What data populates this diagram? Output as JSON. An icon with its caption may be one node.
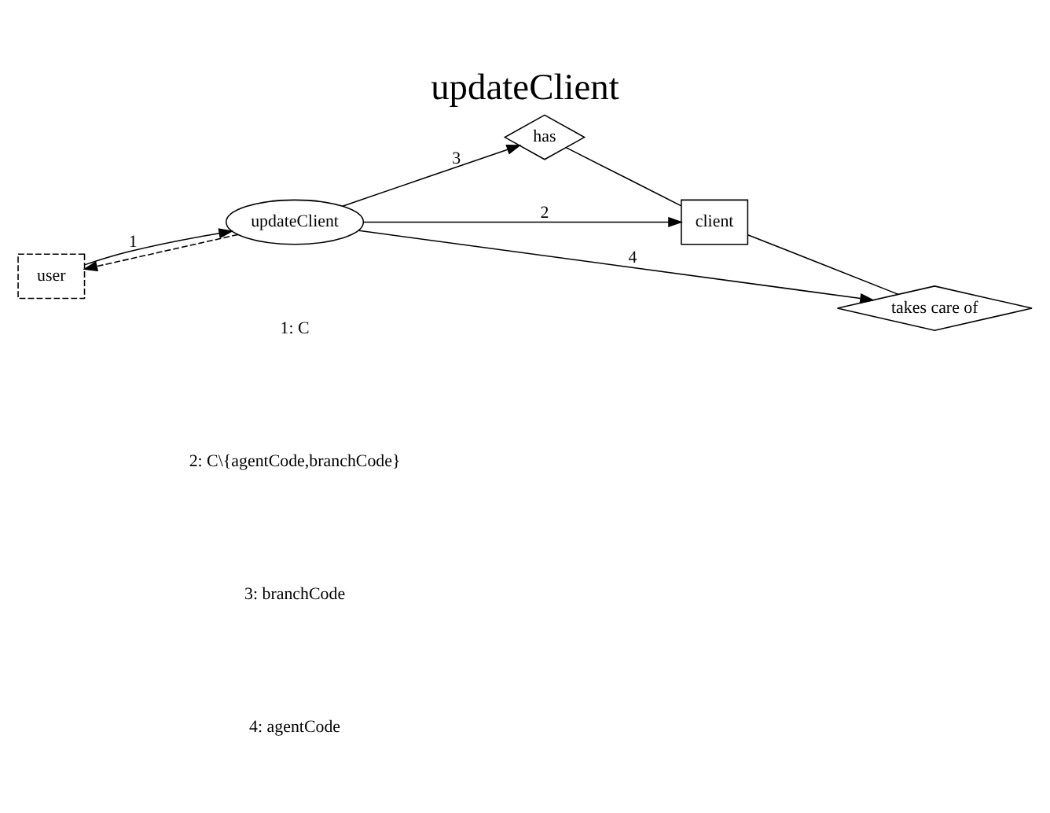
{
  "diagram": {
    "title": "updateClient",
    "nodes": [
      {
        "text": [
          "user"
        ]
      },
      {
        "text": [
          "updateClient"
        ]
      },
      {
        "text": [
          "has"
        ]
      },
      {
        "text": [
          "client"
        ]
      },
      {
        "text": [
          "takes care of"
        ]
      }
    ],
    "edges": [
      {
        "from": 0,
        "to": 1,
        "arrow": "to",
        "label": "1"
      },
      {
        "from": 1,
        "to": 0,
        "arrow": "to",
        "style": "dashed"
      },
      {
        "from": 1,
        "to": 2,
        "arrow": "to",
        "label": "3"
      },
      {
        "from": 1,
        "to": 3,
        "arrow": "to",
        "label": "2"
      },
      {
        "from": 1,
        "to": 4,
        "arrow": "to",
        "label": "4"
      },
      {
        "from": 2,
        "to": 3,
        "arrow": "none"
      },
      {
        "from": 3,
        "to": 4,
        "arrow": "none"
      }
    ],
    "labels": [
      "1: C",
      "2: C\\{agentCode,branchCode}",
      "3: branchCode",
      "4: agentCode"
    ]
  }
}
